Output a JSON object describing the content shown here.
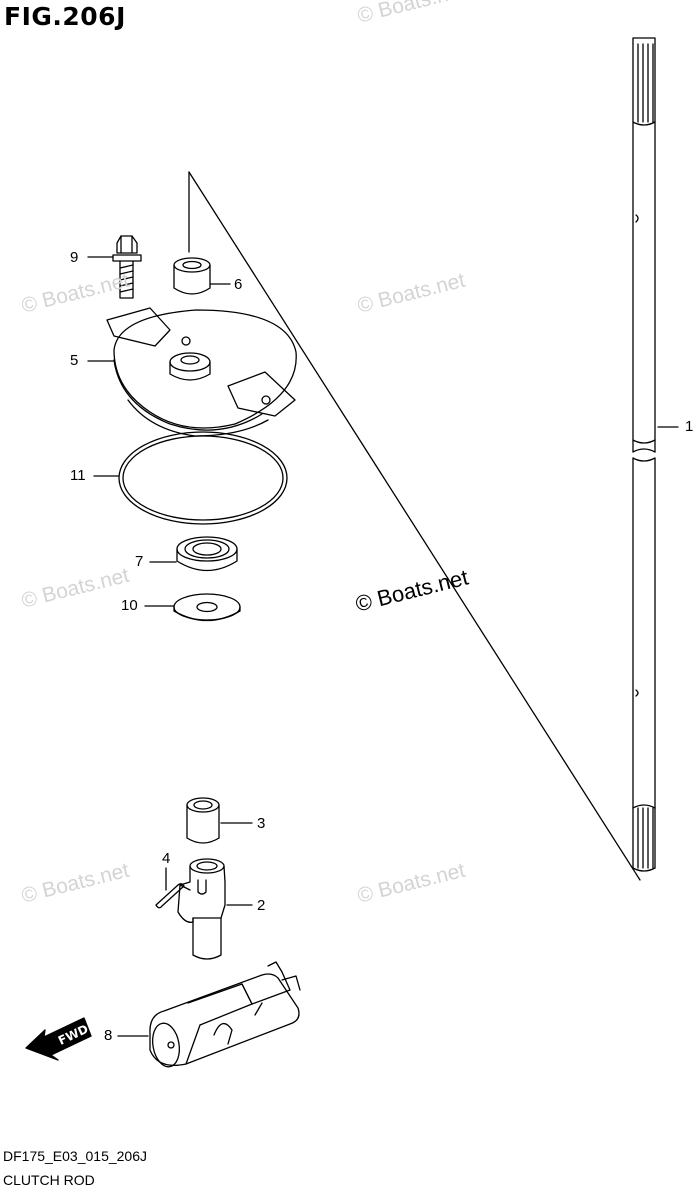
{
  "figure": {
    "title": "FIG.206J"
  },
  "footer": {
    "code": "DF175_E03_015_206J",
    "name": "CLUTCH ROD"
  },
  "callouts": [
    {
      "id": "1",
      "part": "clutch-rod"
    },
    {
      "id": "2",
      "part": "clutch-rod-guide"
    },
    {
      "id": "3",
      "part": "bushing"
    },
    {
      "id": "4",
      "part": "pin"
    },
    {
      "id": "5",
      "part": "clutch-rod-housing"
    },
    {
      "id": "6",
      "part": "seal"
    },
    {
      "id": "7",
      "part": "bearing"
    },
    {
      "id": "8",
      "part": "clutch-shifter"
    },
    {
      "id": "9",
      "part": "bolt"
    },
    {
      "id": "10",
      "part": "washer"
    },
    {
      "id": "11",
      "part": "o-ring"
    }
  ],
  "fwd_arrow": {
    "label": "FWD"
  },
  "watermark": {
    "text": "© Boats.net"
  },
  "colors": {
    "line": "#000000",
    "watermark": "#d4d4d4",
    "background": "#ffffff"
  }
}
